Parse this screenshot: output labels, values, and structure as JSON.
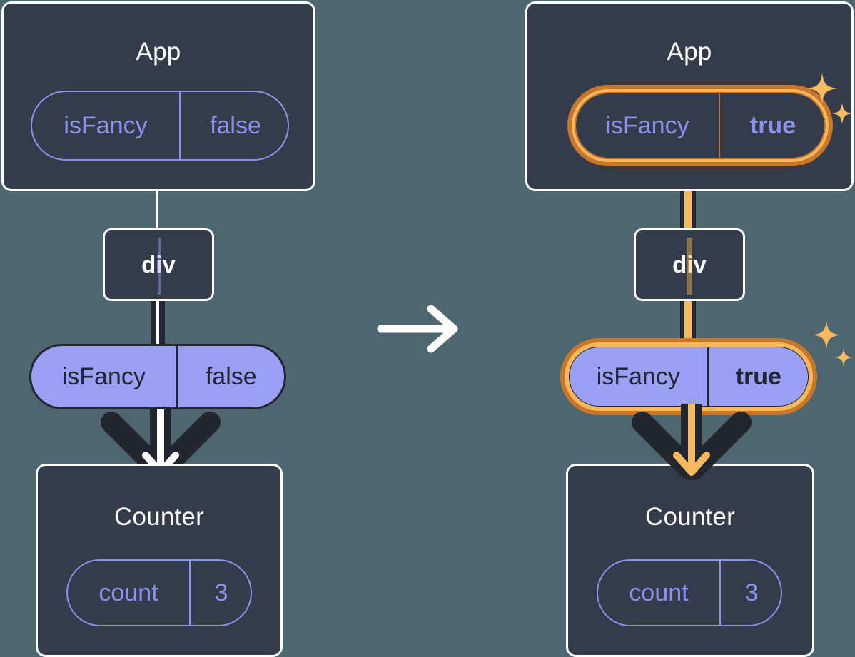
{
  "diagram": {
    "title": "State update propagation diagram",
    "colors": {
      "background": "#4d6670",
      "box_fill": "#343b4a",
      "box_border": "#ffffff",
      "pill_outline": "#8b92ee",
      "pill_fill": "#9aa0f5",
      "pill_fill_border": "#22262f",
      "highlight_outer": "#c8762a",
      "highlight_inner": "#f6b75b",
      "arrow_dark": "#22262f",
      "arrow_white": "#ffffff",
      "arrow_orange": "#f7b85e",
      "sparkle": "#f8b95f"
    }
  },
  "before": {
    "app": {
      "title": "App",
      "state_pill": {
        "key": "isFancy",
        "value": "false",
        "highlighted": false
      }
    },
    "div": {
      "label": "div"
    },
    "props_pill": {
      "key": "isFancy",
      "value": "false",
      "highlighted": false
    },
    "counter": {
      "title": "Counter",
      "state_pill": {
        "key": "count",
        "value": "3",
        "highlighted": false
      }
    }
  },
  "transition": {
    "icon": "arrow-right-icon"
  },
  "after": {
    "app": {
      "title": "App",
      "state_pill": {
        "key": "isFancy",
        "value": "true",
        "highlighted": true
      }
    },
    "div": {
      "label": "div"
    },
    "props_pill": {
      "key": "isFancy",
      "value": "true",
      "highlighted": true
    },
    "counter": {
      "title": "Counter",
      "state_pill": {
        "key": "count",
        "value": "3",
        "highlighted": false
      }
    },
    "sparkles": [
      {
        "name": "sparkle-large-icon"
      },
      {
        "name": "sparkle-small-icon"
      }
    ]
  }
}
